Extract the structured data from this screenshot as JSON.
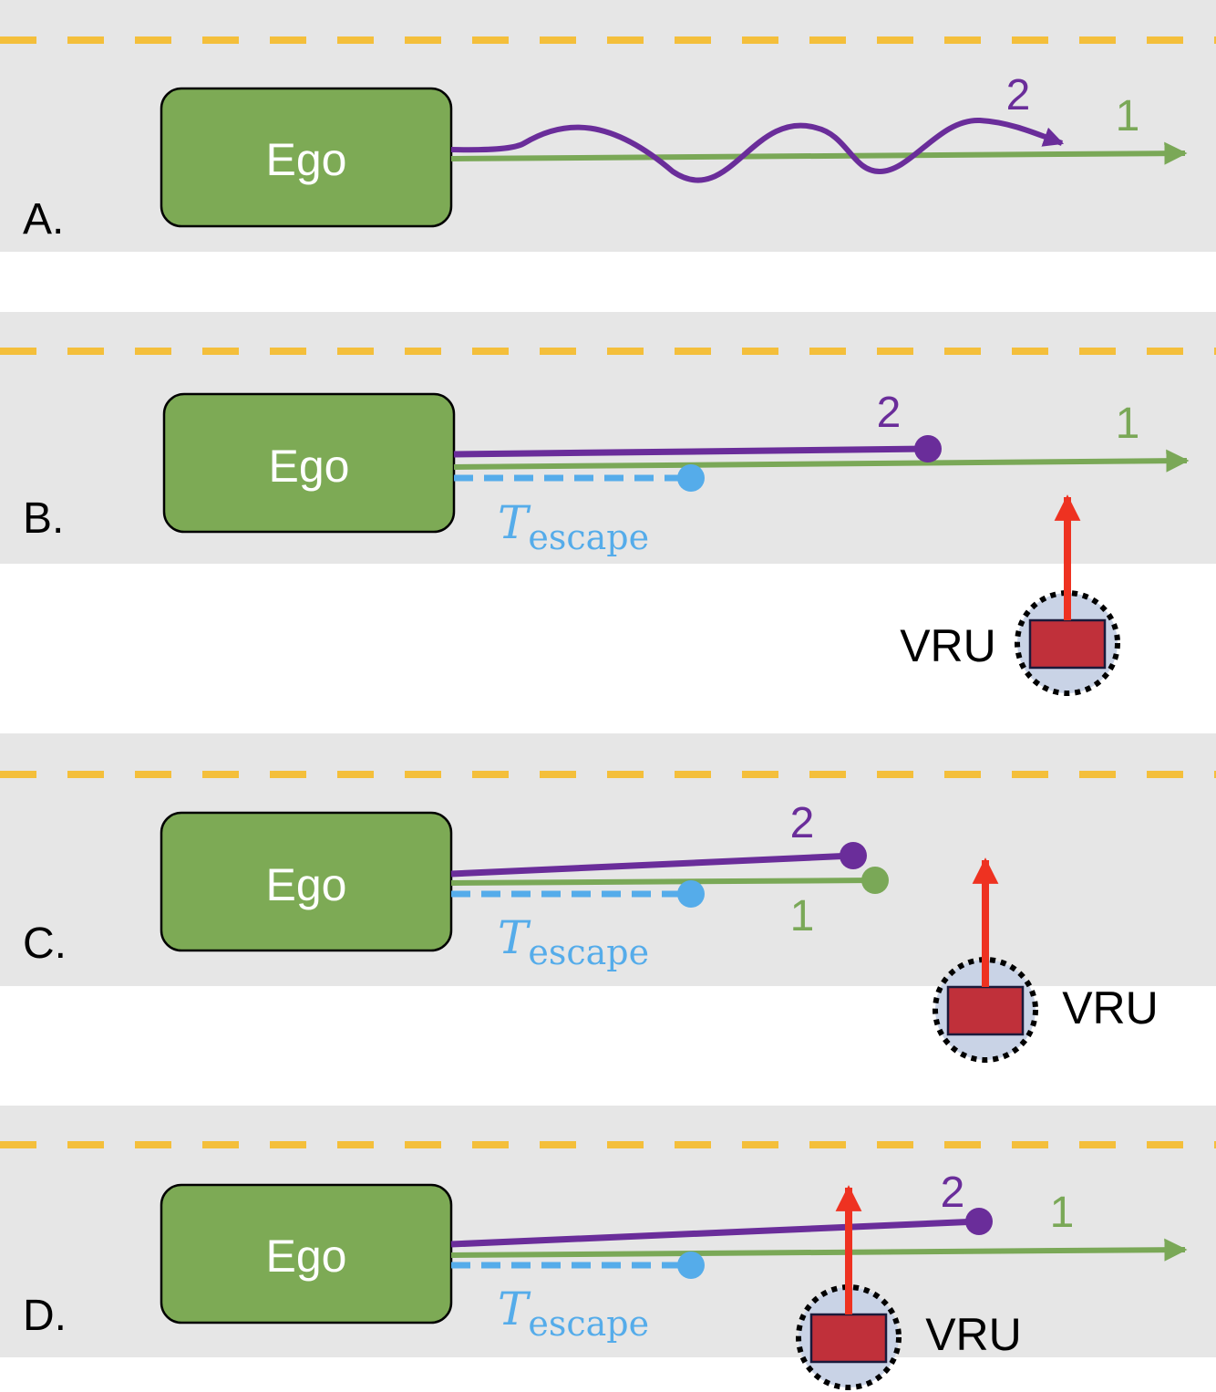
{
  "colors": {
    "road": "#e6e6e6",
    "lane_marking": "#f4bf3b",
    "ego_fill": "#7daa55",
    "trajectory_1": "#7aa857",
    "trajectory_2": "#6a2d9a",
    "escape": "#55acea",
    "vru_arrow": "#ee3221",
    "vru_body": "#c0303a",
    "vru_zone": "#c9d3e6"
  },
  "panels": [
    {
      "label": "A.",
      "ego_label": "Ego",
      "trajectory_1_label": "1",
      "trajectory_2_label": "2"
    },
    {
      "label": "B.",
      "ego_label": "Ego",
      "trajectory_1_label": "1",
      "trajectory_2_label": "2",
      "escape_label_main": "T",
      "escape_label_sub": "escape",
      "vru_label": "VRU"
    },
    {
      "label": "C.",
      "ego_label": "Ego",
      "trajectory_1_label": "1",
      "trajectory_2_label": "2",
      "escape_label_main": "T",
      "escape_label_sub": "escape",
      "vru_label": "VRU"
    },
    {
      "label": "D.",
      "ego_label": "Ego",
      "trajectory_1_label": "1",
      "trajectory_2_label": "2",
      "escape_label_main": "T",
      "escape_label_sub": "escape",
      "vru_label": "VRU"
    }
  ]
}
